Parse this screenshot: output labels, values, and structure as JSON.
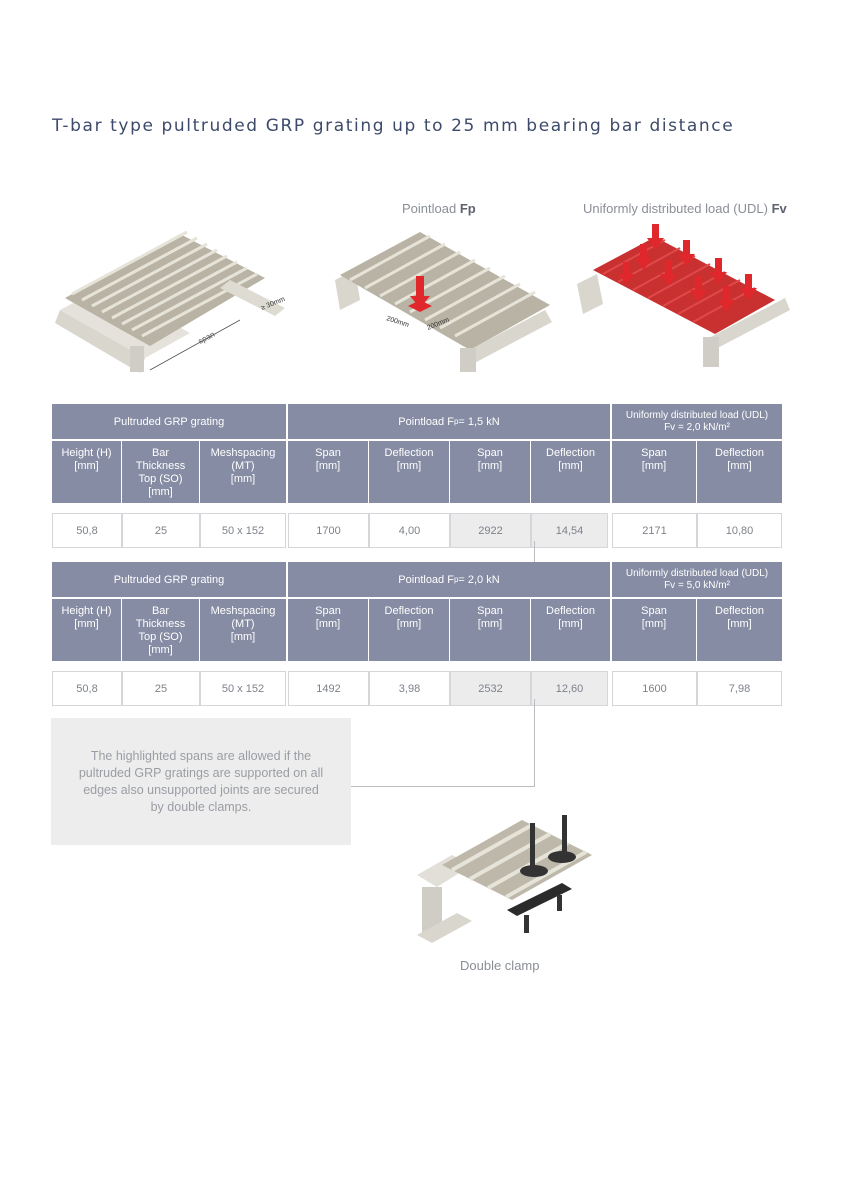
{
  "title": "T-bar type pultruded GRP grating up to 25 mm bearing bar distance",
  "illustrations": {
    "span_label": "span",
    "dim_label": "≥ 30mm",
    "pointload_caption": "Pointload ",
    "pointload_symbol": "Fp",
    "pointload_dim_a": "200mm",
    "pointload_dim_b": "200mm",
    "udl_caption": "Uniformly distributed load (UDL) ",
    "udl_symbol": "Fv",
    "clamp_caption": "Double clamp"
  },
  "tables": [
    {
      "group_grating": "Pultruded GRP grating",
      "group_point_pre": "Pointload F",
      "group_point_sub": "p",
      "group_point_post": " = 1,5 kN",
      "group_udl_line1": "Uniformly distributed load (UDL)",
      "group_udl_line2": "Fv = 2,0 kN/m²",
      "headers": [
        "Height (H)\n[mm]",
        "Bar\nThickness\nTop (SO)\n[mm]",
        "Meshspacing\n(MT)\n[mm]",
        "Span\n[mm]",
        "Deflection\n[mm]",
        "Span\n[mm]",
        "Deflection\n[mm]",
        "Span\n[mm]",
        "Deflection\n[mm]"
      ],
      "values": [
        "50,8",
        "25",
        "50 x 152",
        "1700",
        "4,00",
        "2922",
        "14,54",
        "2171",
        "10,80"
      ]
    },
    {
      "group_grating": "Pultruded GRP grating",
      "group_point_pre": "Pointload F",
      "group_point_sub": "p",
      "group_point_post": " = 2,0 kN",
      "group_udl_line1": "Uniformly distributed load (UDL)",
      "group_udl_line2": "Fv = 5,0 kN/m²",
      "headers": [
        "Height (H)\n[mm]",
        "Bar\nThickness\nTop (SO)\n[mm]",
        "Meshspacing\n(MT)\n[mm]",
        "Span\n[mm]",
        "Deflection\n[mm]",
        "Span\n[mm]",
        "Deflection\n[mm]",
        "Span\n[mm]",
        "Deflection\n[mm]"
      ],
      "values": [
        "50,8",
        "25",
        "50 x 152",
        "1492",
        "3,98",
        "2532",
        "12,60",
        "1600",
        "7,98"
      ]
    }
  ],
  "note": "The highlighted spans are allowed if the pultruded GRP gratings are supported on all edges also unsupported joints are secured by double clamps.",
  "colors": {
    "header": "#858ca3",
    "title": "#3d4a6b",
    "highlight": "#ececed",
    "load_red": "#e0282c"
  }
}
